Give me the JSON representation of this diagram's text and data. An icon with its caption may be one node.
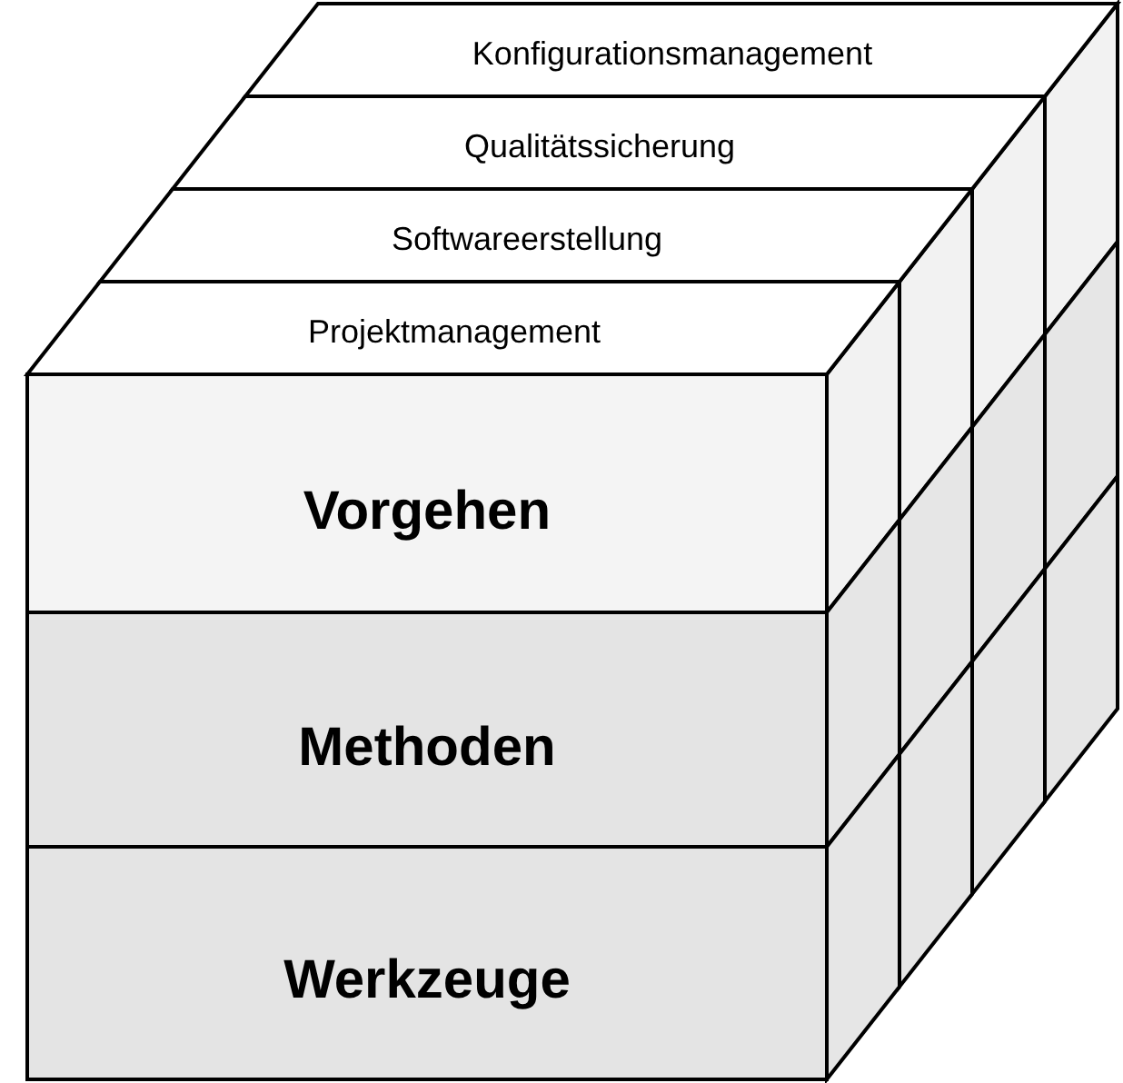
{
  "diagram": {
    "nodes": [
      {
        "text": [
          "Konfigurationsmanagement"
        ]
      },
      {
        "text": [
          "Qualitätssicherung"
        ]
      },
      {
        "text": [
          "Softwareerstellung"
        ]
      },
      {
        "text": [
          "Projektmanagement"
        ]
      },
      {
        "text": [
          "Vorgehen"
        ]
      },
      {
        "text": [
          "Methoden"
        ]
      },
      {
        "text": [
          "Werkzeuge"
        ]
      }
    ]
  }
}
